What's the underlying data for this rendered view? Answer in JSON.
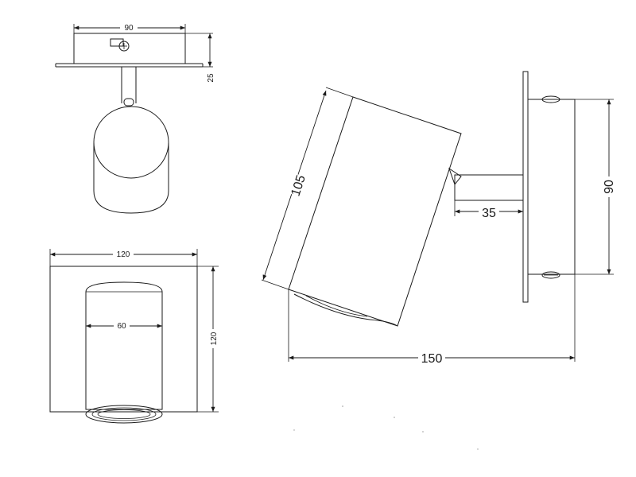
{
  "dimensions": {
    "top_view_width": "90",
    "top_view_height": "25",
    "front_view_width": "120",
    "front_view_height": "120",
    "cylinder_diameter": "60",
    "side_length": "105",
    "side_arm": "35",
    "side_height": "90",
    "side_total_width": "150"
  }
}
